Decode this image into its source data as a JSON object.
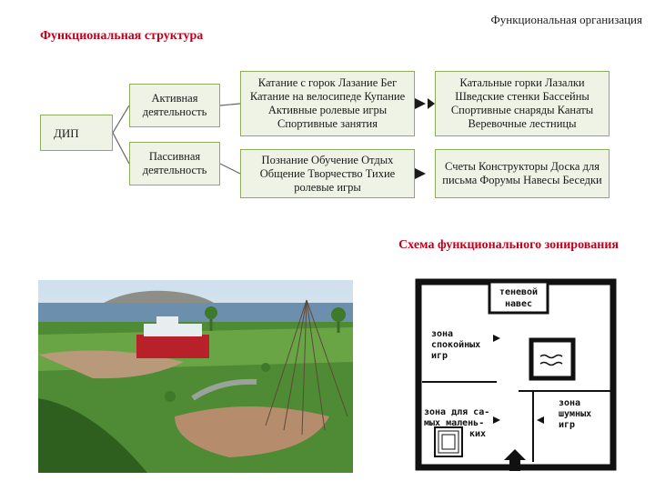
{
  "header": {
    "org_title": "Функциональная организация",
    "struct_title": "Функциональная структура"
  },
  "diagram": {
    "root": "ДИП",
    "activity": {
      "active": "Активная деятельность",
      "passive": "Пассивная деятельность"
    },
    "actions": {
      "active": "Катание с горок Лазание Бег Катание на велосипеде Купание Активные ролевые игры Спортивные занятия",
      "passive": "Познание Обучение Отдых Общение Творчество Тихие ролевые игры"
    },
    "equipment": {
      "active": "Катальные горки Лазалки Шведские стенки Бассейны Спортивные снаряды Канаты Веревочные лестницы",
      "passive": "Счеты Конструкторы Доска для письма Форумы Навесы Беседки"
    }
  },
  "scheme": {
    "title": "Схема функционального зонирования",
    "labels": {
      "shade": [
        "теневой",
        "навес"
      ],
      "quiet": [
        "зона",
        "спокойных",
        "игр"
      ],
      "kids": [
        "зона для са-",
        "мых малень-",
        "ких"
      ],
      "noisy": [
        "зона",
        "шумных",
        "игр"
      ]
    }
  },
  "colors": {
    "box_fill": "#eef3e6",
    "box_border": "#8cae5c",
    "heading_red": "#c0001a"
  },
  "photo": {
    "icon": "playground-photo"
  }
}
